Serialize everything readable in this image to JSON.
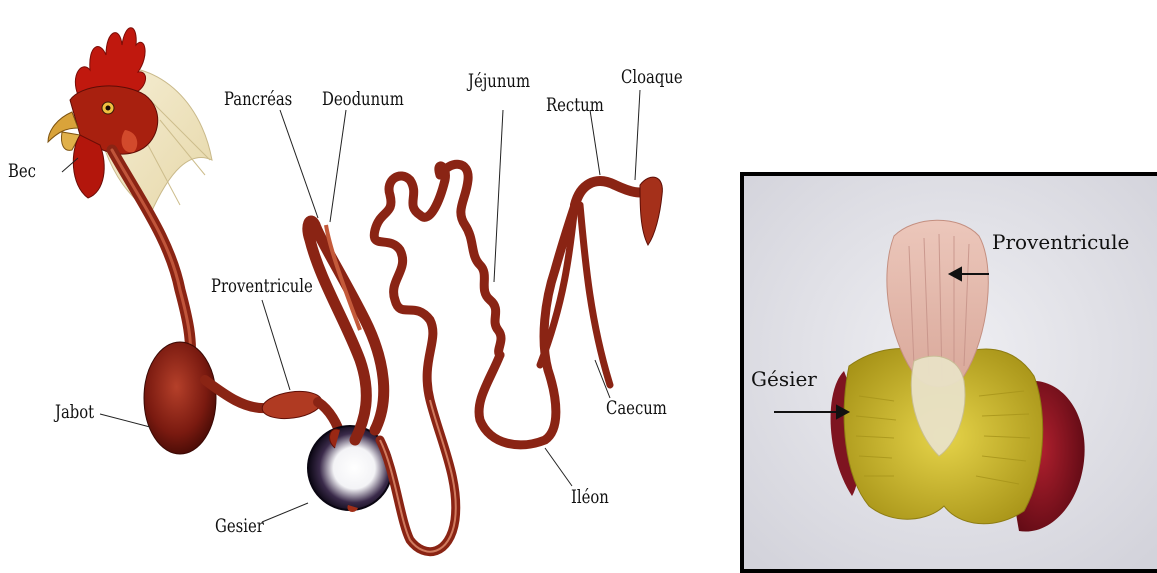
{
  "diagram": {
    "labels": {
      "bec": "Bec",
      "pancreas": "Pancréas",
      "deodunum": "Deodunum",
      "jejunum": "Jéjunum",
      "rectum": "Rectum",
      "cloaque": "Cloaque",
      "proventricule": "Proventricule",
      "jabot": "Jabot",
      "caecum": "Caecum",
      "ileon": "Iléon",
      "gesier": "Gesier"
    }
  },
  "photo": {
    "labels": {
      "proventricule": "Proventricule",
      "gesier": "Gésier"
    }
  },
  "colors": {
    "tract_dark": "#7a1a10",
    "tract_mid": "#b33a24",
    "tract_light": "#d9735a",
    "comb_red": "#c0180e",
    "feather_cream": "#f1e7c6",
    "beak_yellow": "#d9a33a",
    "gizzard_yellow": "#c8b326",
    "proventricule_pink": "#e2b5a8",
    "photo_bg": "#e4e4ea"
  }
}
